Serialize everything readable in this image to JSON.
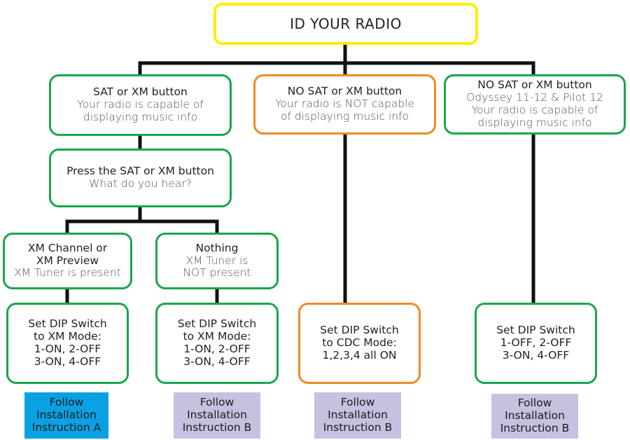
{
  "colors": {
    "root_border": "#ffee00",
    "green_border": "#1aa64b",
    "orange_border": "#f08a24",
    "connector": "#111111",
    "tag_a": "#0aa1e2",
    "tag_b": "#c8c0e0"
  },
  "root": {
    "title": "ID YOUR RADIO"
  },
  "branches": [
    {
      "title": "SAT or XM button",
      "lines": [
        "Your radio is capable of",
        "displaying music info"
      ]
    },
    {
      "title": "NO SAT or XM button",
      "lines": [
        "Your radio is NOT capable",
        "of displaying music info"
      ]
    },
    {
      "title": "NO SAT or XM button",
      "lines": [
        "Odyssey 11-12 & Pilot 12",
        "Your radio is capable of",
        "displaying music info"
      ]
    }
  ],
  "press": {
    "title": "Press the SAT or XM button",
    "sub": "What do you hear?"
  },
  "outcomes": [
    {
      "title_lines": [
        "XM Channel or",
        "XM Preview"
      ],
      "sub_lines": [
        "XM Tuner is present"
      ]
    },
    {
      "title_lines": [
        "Nothing"
      ],
      "sub_lines": [
        "XM Tuner is",
        "NOT present"
      ]
    }
  ],
  "dip": [
    [
      "Set DIP Switch",
      "to XM Mode:",
      "1-ON, 2-OFF",
      "3-ON, 4-OFF"
    ],
    [
      "Set DIP Switch",
      "to XM Mode:",
      "1-ON, 2-OFF",
      "3-ON, 4-OFF"
    ],
    [
      "Set DIP Switch",
      "to CDC Mode:",
      "1,2,3,4 all ON"
    ],
    [
      "Set DIP Switch",
      "1-OFF, 2-OFF",
      "3-ON, 4-OFF"
    ]
  ],
  "follow": [
    [
      "Follow",
      "Installation",
      "Instruction A"
    ],
    [
      "Follow",
      "Installation",
      "Instruction B"
    ],
    [
      "Follow",
      "Installation",
      "Instruction B"
    ],
    [
      "Follow",
      "Installation",
      "Instruction B"
    ]
  ]
}
